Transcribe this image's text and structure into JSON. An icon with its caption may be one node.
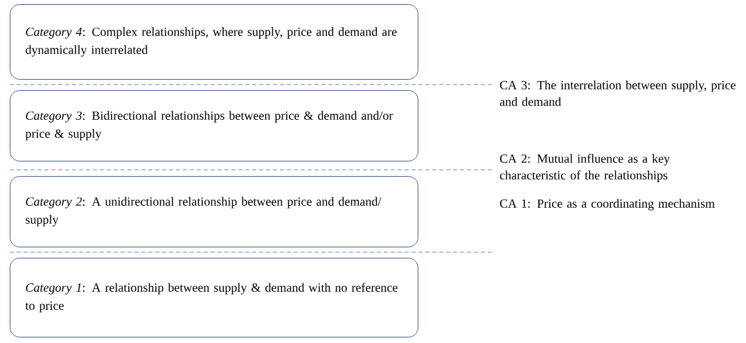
{
  "diagram": {
    "nodes": [
      {
        "text": [
          "*Category 4*: Complex relationships, where supply, price and demand are dynamically interrelated"
        ]
      },
      {
        "text": [
          "*Category 3*: Bidirectional relationships between price & demand and/or price & supply"
        ]
      },
      {
        "text": [
          "*Category 2*: A unidirectional relationship between price and demand/ supply"
        ]
      },
      {
        "text": [
          "*Category 1*: A relationship between supply & demand with no reference to price"
        ]
      }
    ],
    "labels": [
      "CA 3: The interrelation between supply, price and demand",
      "CA 2: Mutual influence as a key characteristic of the relationships",
      "CA 1: Price as a coordinating mechanism"
    ]
  }
}
